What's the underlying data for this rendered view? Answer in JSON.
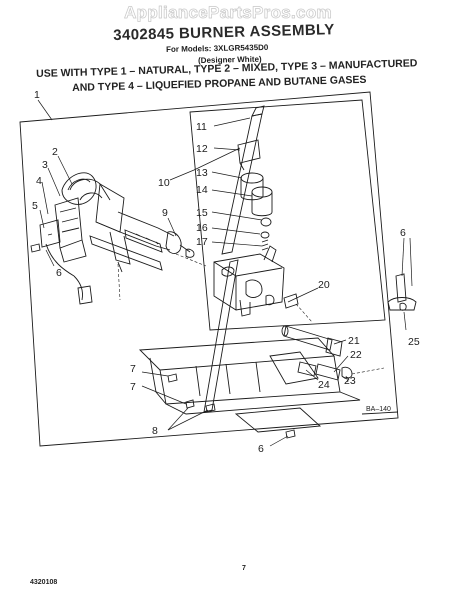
{
  "watermark": "AppliancePartsPros.com",
  "title": "3402845 BURNER ASSEMBLY",
  "model_line": "For Models: 3XLGR5435D0",
  "variant_line": "(Designer White)",
  "use_line_1": "USE WITH TYPE 1 – NATURAL, TYPE 2 – MIXED, TYPE 3 – MANUFACTURED",
  "use_line_2": "AND TYPE 4 – LIQUEFIED PROPANE AND BUTANE GASES",
  "figure_code": "BA–140",
  "page_number": "7",
  "document_number": "4320108",
  "callouts": {
    "c1": "1",
    "c2": "2",
    "c3": "3",
    "c4": "4",
    "c5": "5",
    "c6a": "6",
    "c6b": "6",
    "c6c": "6",
    "c7": "7",
    "c8": "8",
    "c9": "9",
    "c10": "10",
    "c11": "11",
    "c12": "12",
    "c13": "13",
    "c14": "14",
    "c15": "15",
    "c16": "16",
    "c17": "17",
    "c20": "20",
    "c21": "21",
    "c22": "22",
    "c23": "23",
    "c24": "24",
    "c25": "25"
  },
  "colors": {
    "ink": "#1c1c1c",
    "paper": "#ffffff",
    "watermark": "#c9c9c9"
  }
}
